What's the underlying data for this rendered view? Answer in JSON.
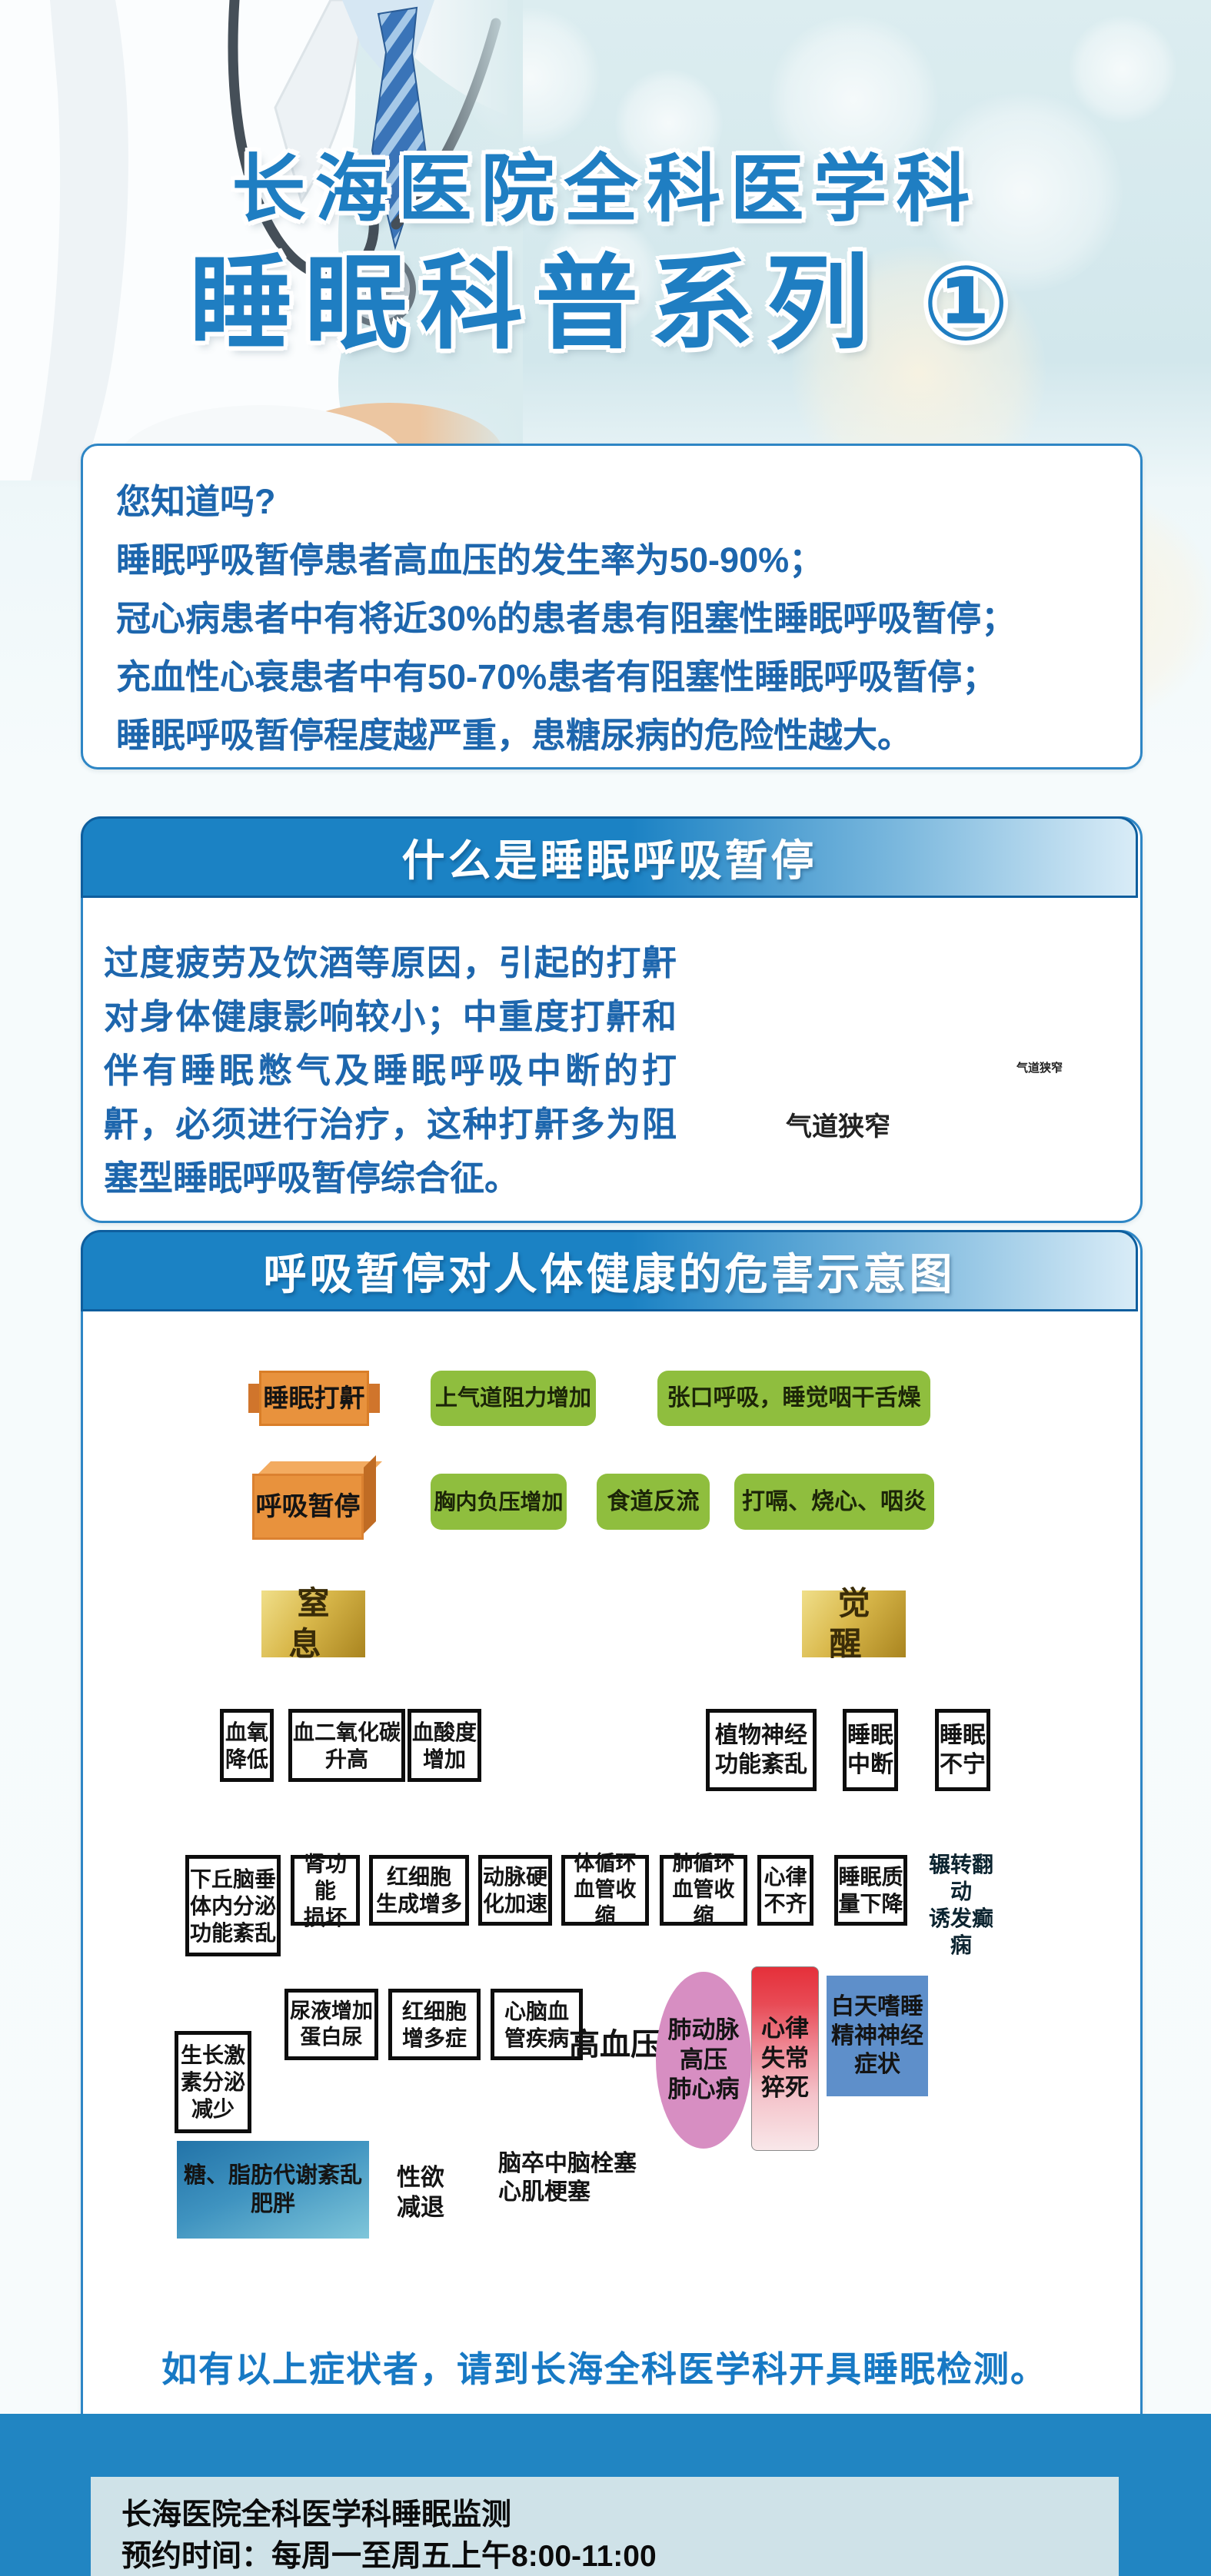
{
  "title": {
    "line1": "长海医院全科医学科",
    "line2": "睡眠科普系列 ①"
  },
  "intro_box": {
    "text": "您知道吗?\n睡眠呼吸暂停患者高血压的发生率为50-90%；\n冠心病患者中有将近30%的患者患有阻塞性睡眠呼吸暂停；\n充血性心衰患者中有50-70%患者有阻塞性睡眠呼吸暂停；\n睡眠呼吸暂停程度越严重，患糖尿病的危险性越大。"
  },
  "section1": {
    "header": "什么是睡眠呼吸暂停",
    "paragraph": "过度疲劳及饮酒等原因，引起的打鼾对身体健康影响较小；中重度打鼾和伴有睡眠憋气及睡眠呼吸中断的打鼾，必须进行治疗，这种打鼾多为阻塞型睡眠呼吸暂停综合征。",
    "airway_label": "气道狭窄",
    "anatomy_label": "气道狭窄"
  },
  "section2": {
    "header": "呼吸暂停对人体健康的危害示意图",
    "note": "如有以上症状者，请到长海全科医学科开具睡眠检测。"
  },
  "flow": {
    "nodes": {
      "snore": "睡眠打鼾",
      "airway_resistance": "上气道阻力增加",
      "mouth_breathing": "张口呼吸，睡觉咽干舌燥",
      "apnea": "呼吸暂停",
      "chest_pressure": "胸内负压增加",
      "reflux": "食道反流",
      "belching": "打嗝、烧心、咽炎",
      "asphyxia": "窒 息",
      "arousal": "觉 醒",
      "low_blood_oxygen": "血氧\n降低",
      "high_co2": "血二氧化碳\n升高",
      "blood_acidity": "血酸度\n增加",
      "autonomic_disorder": "植物神经\n功能紊乱",
      "sleep_interruption": "睡眠\n中断",
      "restless_sleep": "睡眠\n不宁",
      "hypothalamus_endocrine": "下丘脑垂\n体内分泌\n功能紊乱",
      "kidney_damage": "肾功能\n损坏",
      "rbc_overproduction": "红细胞\n生成增多",
      "arteriosclerosis": "动脉硬\n化加速",
      "systemic_vasoconstriction": "体循环\n血管收缩",
      "pulmonary_vasoconstriction": "肺循环\n血管收缩",
      "arrhythmia": "心律\n不齐",
      "sleep_quality_decline": "睡眠质\n量下降",
      "epilepsy_risk": "辗转翻动\n诱发癫痫",
      "growth_hormone_decrease": "生长激\n素分泌\n减少",
      "urine_protein": "尿液增加\n蛋白尿",
      "polycythemia": "红细胞\n增多症",
      "cardio_cerebro_disease": "心脑血\n管疾病",
      "hypertension": "高血压",
      "pulmonary_heart_disease": "肺动脉\n高压\n肺心病",
      "sudden_cardiac_death": "心律\n失常\n猝死",
      "daytime_sleepiness": "白天嗜睡\n精神神经\n症状",
      "metabolic_disorder_obesity": "糖、脂肪代谢紊乱\n肥胖",
      "libido_decline": "性欲\n减退",
      "stroke_infarction": "脑卒中脑栓塞\n心肌梗塞"
    }
  },
  "footer": {
    "line1": "长海医院全科医学科睡眠监测",
    "line2": "预约时间：每周一至周五上午8:00-11:00"
  },
  "colors": {
    "title_blue": "#1f7ec2",
    "body_text_blue": "#1d66ad",
    "header_bar_blue": "#1b82c4",
    "green_box": "#8fbe3e",
    "orange_box": "#e8923d",
    "gold_box": "#d9b84b",
    "cyan_box": "#2fa9d4",
    "steel_blue_box": "#5e8fca",
    "yellow_cloud": "#e9e432",
    "pink_ellipse": "#d78ec2",
    "red_star": "#e4473f",
    "vase_red": "#e5303a",
    "libido_blue": "#2e5db3",
    "metabolic_blue": "#2273a8",
    "footer_band_blue": "#2185c2",
    "footer_panel": "#cfe2e8",
    "note_blue": "#1779c4"
  }
}
